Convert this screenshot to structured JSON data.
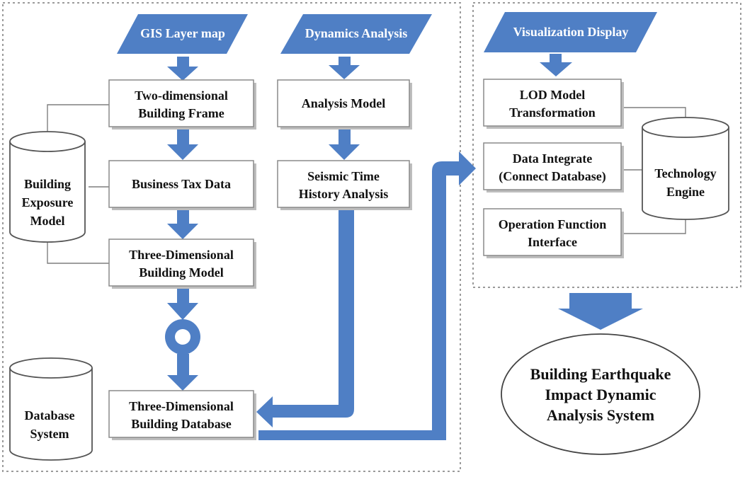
{
  "colors": {
    "arrow": "#4f7fc5",
    "box_border": "#8a8a8a",
    "background": "#ffffff"
  },
  "inputs": {
    "gis": "GIS Layer map",
    "dynamics": "Dynamics Analysis",
    "visualization": "Visualization Display"
  },
  "boxes": {
    "two_dim_frame": [
      "Two-dimensional",
      "Building Frame"
    ],
    "business_tax": "Business Tax Data",
    "three_dim_model": [
      "Three-Dimensional",
      "Building Model"
    ],
    "three_dim_db": [
      "Three-Dimensional",
      "Building Database"
    ],
    "analysis_model": "Analysis Model",
    "seismic": [
      "Seismic Time",
      "History Analysis"
    ],
    "lod": [
      "LOD Model",
      "Transformation"
    ],
    "data_integrate": [
      "Data Integrate",
      "(Connect Database)"
    ],
    "operation": [
      "Operation Function",
      "Interface"
    ]
  },
  "cylinders": {
    "exposure": [
      "Building",
      "Exposure",
      "Model"
    ],
    "database": [
      "Database",
      "System"
    ],
    "engine": [
      "Technology",
      "Engine"
    ]
  },
  "result": [
    "Building Earthquake",
    "Impact Dynamic",
    "Analysis System"
  ]
}
